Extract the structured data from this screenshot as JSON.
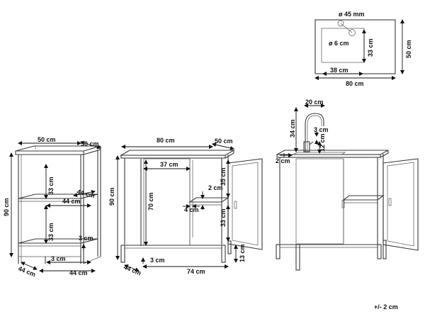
{
  "sink_plan": {
    "drain_diameter": "ø 45 mm",
    "tap_hole_diameter": "ø 6 cm",
    "basin_depth": "33 cm",
    "basin_width": "38 cm",
    "top_width": "80 cm",
    "top_depth": "50 cm"
  },
  "narrow_shelf": {
    "width": "50 cm",
    "depth": "50 cm",
    "height": "90 cm",
    "upper_gap": "33 cm",
    "lower_gap": "33 cm",
    "shelf_depth": "44 cm",
    "shelf_width": "44 cm",
    "foot_height": "3 cm",
    "base_depth": "44 cm",
    "base_width": "44 cm",
    "bottom_offset": "3 cm"
  },
  "cabinet": {
    "width": "80 cm",
    "depth": "50 cm",
    "height": "90 cm",
    "door_width": "37 cm",
    "door_height": "70 cm",
    "upper_compartment": "35 cm",
    "shelf_thickness": "2 cm",
    "shelf_inset": "4 cm",
    "lower_compartment": "33 cm",
    "leg_height": "13 cm",
    "foot_height": "3 cm",
    "base_depth": "44 cm",
    "inner_width": "74 cm"
  },
  "sink_cabinet": {
    "spout_reach": "20 cm",
    "tap_height": "34 cm",
    "tap_offset": "3 cm",
    "rim_height": "12 cm",
    "top_thickness": "2 cm"
  },
  "tolerance": "+/- 2 cm"
}
